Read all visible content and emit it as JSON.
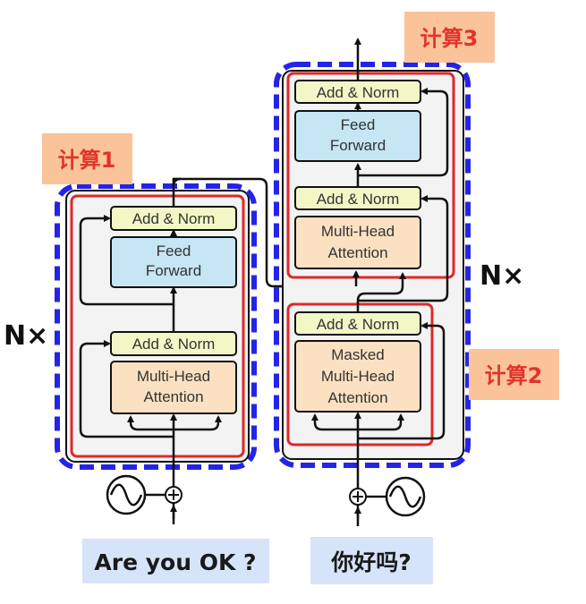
{
  "encoder": {
    "add_norm_top": "Add & Norm",
    "feed_forward": [
      "Feed",
      "Forward"
    ],
    "add_norm_bottom": "Add & Norm",
    "multi_head": [
      "Multi-Head",
      "Attention"
    ],
    "repeat_label": "N×",
    "calc_label": "计算1",
    "input_text": "Are you OK ?"
  },
  "decoder": {
    "add_norm_1": "Add & Norm",
    "feed_forward": [
      "Feed",
      "Forward"
    ],
    "add_norm_2": "Add & Norm",
    "multi_head": [
      "Multi-Head",
      "Attention"
    ],
    "add_norm_3": "Add & Norm",
    "masked_multi_head": [
      "Masked",
      "Multi-Head",
      "Attention"
    ],
    "repeat_label": "N×",
    "calc_label_top": "计算3",
    "calc_label_bottom": "计算2",
    "input_text": "你好吗?"
  },
  "colors": {
    "add_norm_fill": "#f3f7c6",
    "feed_forward_fill": "#c5e6f2",
    "attention_fill": "#fbe0c2",
    "stack_fill": "#f3f3f3",
    "dashed_blue": "#2424e6",
    "red_box": "#e02828",
    "label_bg_orange": "#fbc39a",
    "input_bg_blue": "#d6e4f9"
  }
}
